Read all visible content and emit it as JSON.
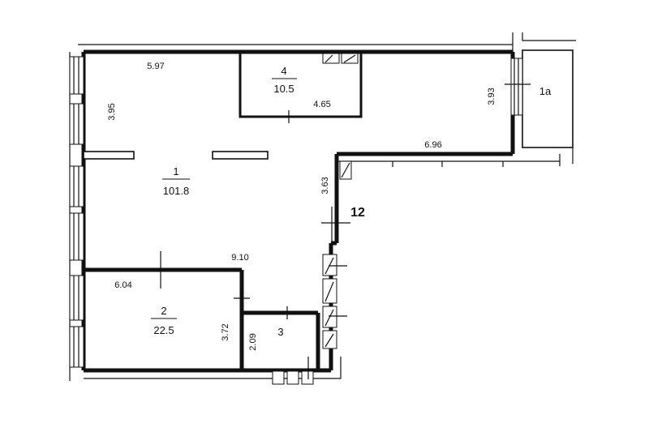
{
  "plan": {
    "rooms": [
      {
        "number": "1",
        "area": "101.8"
      },
      {
        "number": "2",
        "area": "22.5"
      },
      {
        "number": "3",
        "area": ""
      },
      {
        "number": "4",
        "area": "10.5"
      },
      {
        "number": "1a",
        "area": ""
      }
    ],
    "dimensions": {
      "d_597": "5.97",
      "d_395": "3.95",
      "d_465": "4.65",
      "d_393": "3.93",
      "d_696": "6.96",
      "d_363": "3.63",
      "d_910": "9.10",
      "d_604": "6.04",
      "d_372": "3.72",
      "d_209": "2.09"
    },
    "axis_label": "12"
  }
}
